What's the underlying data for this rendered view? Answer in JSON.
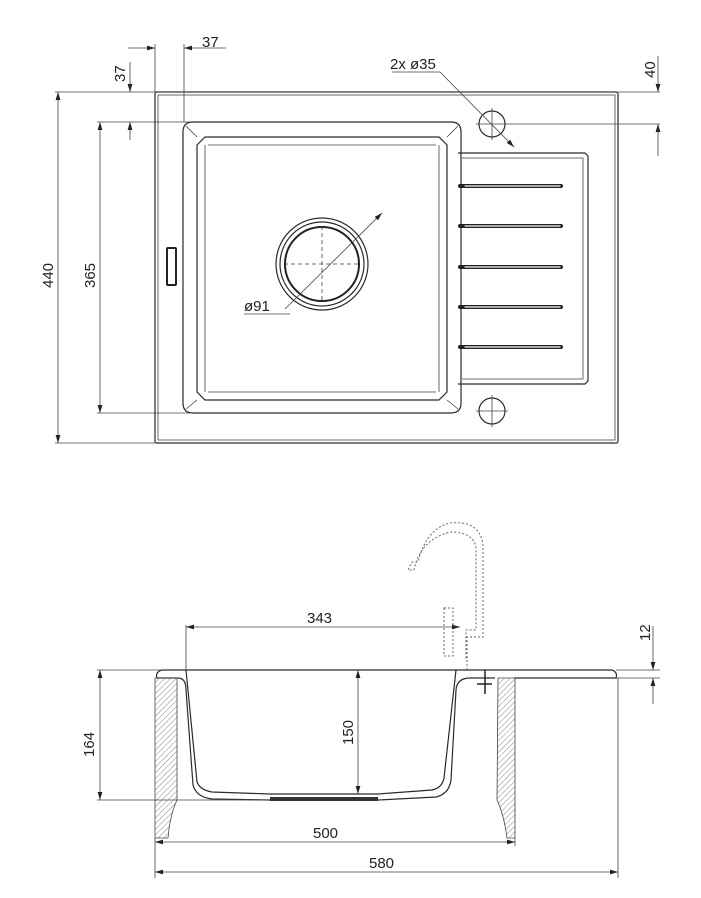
{
  "top_view": {
    "dims": {
      "flange_offset_x": "37",
      "flange_offset_y": "37",
      "overall_depth": "440",
      "bowl_depth": "365",
      "tap_hole_offset": "40",
      "tap_holes": "2x ø35",
      "drain": "ø91"
    }
  },
  "side_view": {
    "dims": {
      "bowl_width": "343",
      "overall_height": "164",
      "bowl_height": "150",
      "rim_thickness": "12",
      "cutout_width": "500",
      "overall_width": "580"
    }
  }
}
